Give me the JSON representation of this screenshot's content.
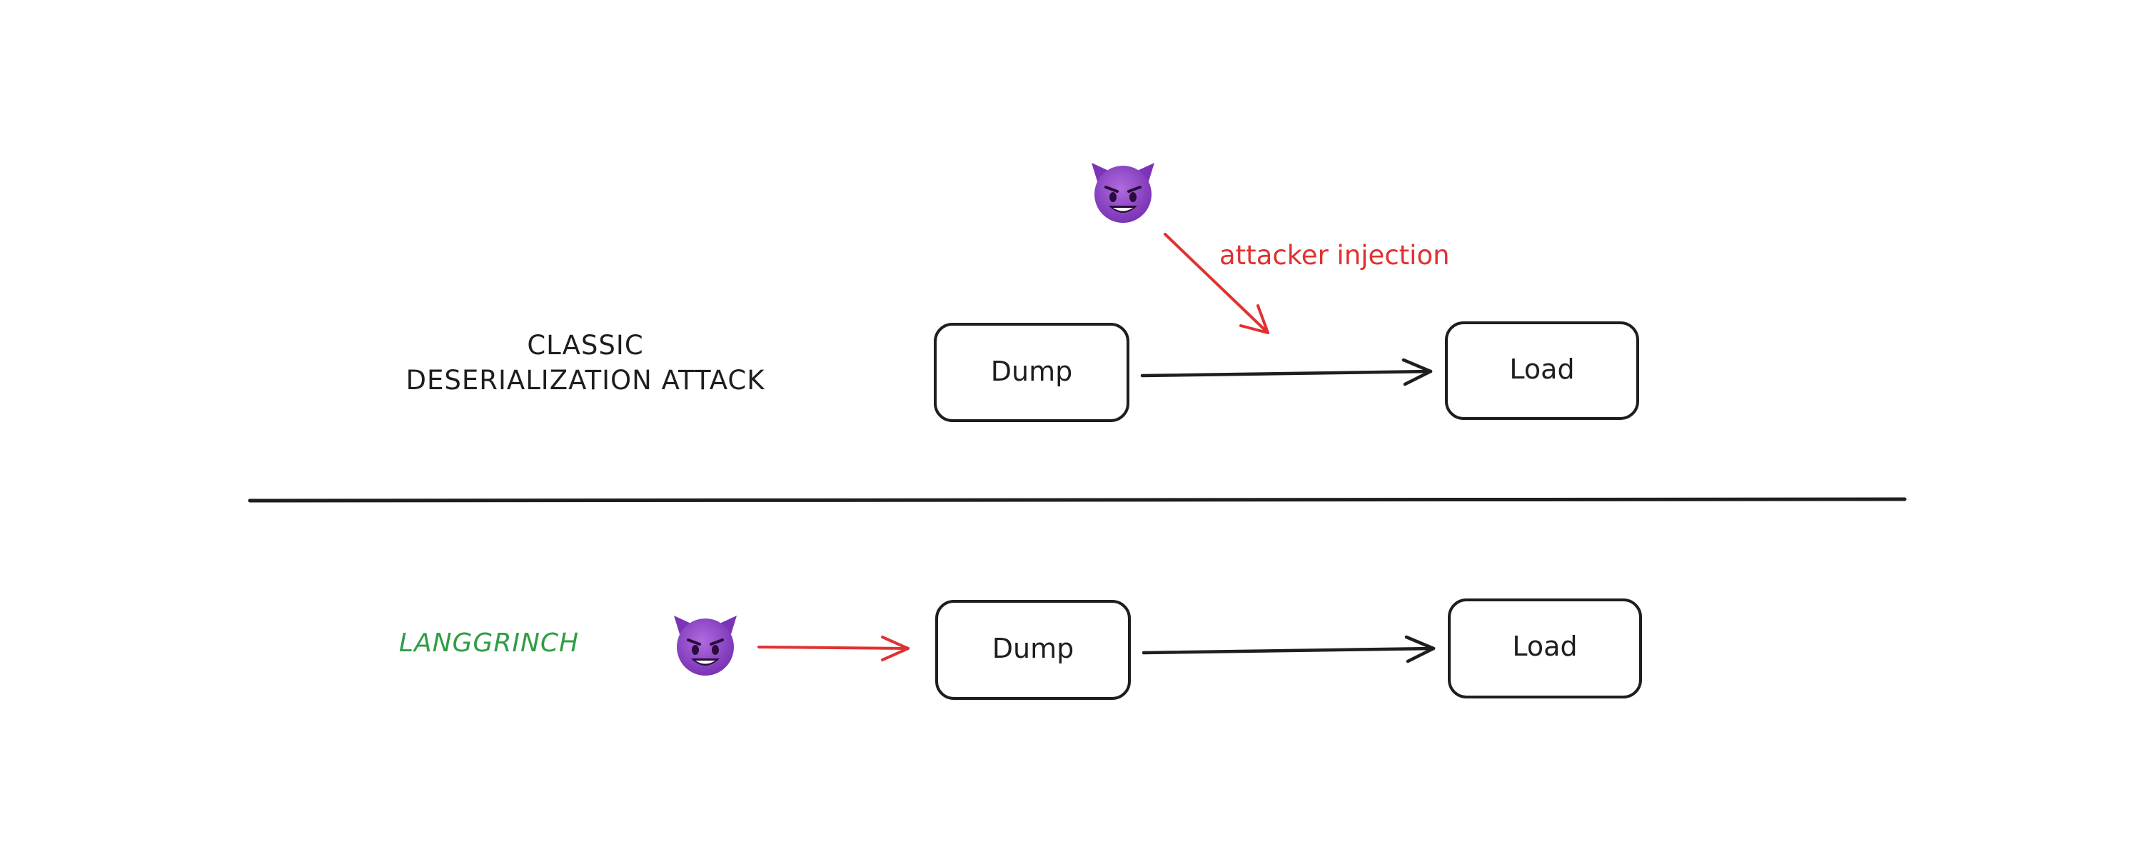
{
  "classic": {
    "title_line1": "CLASSIC",
    "title_line2": "DESERIALIZATION ATTACK",
    "dump_label": "Dump",
    "load_label": "Load",
    "injection_label": "attacker injection"
  },
  "langgrinch": {
    "title": "LANGGRINCH",
    "dump_label": "Dump",
    "load_label": "Load"
  },
  "icons": {
    "attacker": "smiling-devil-icon"
  },
  "colors": {
    "ink": "#1e1e1e",
    "attack_red": "#e03131",
    "langgrinch_green": "#2f9e44",
    "devil_purple": "#8e44c9"
  }
}
